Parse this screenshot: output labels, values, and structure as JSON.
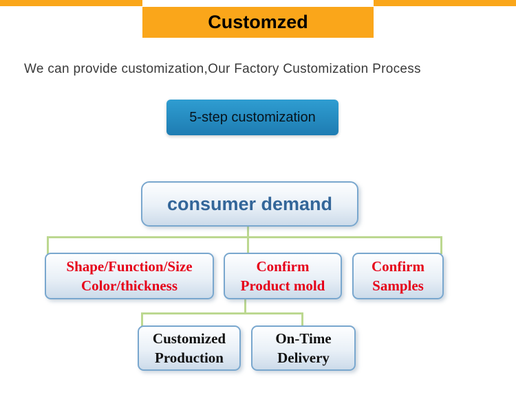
{
  "colors": {
    "banner_orange": "#FAA61A",
    "connector_green": "#BCD890",
    "box_border_blue": "#79A7CE",
    "red_text": "#E60019",
    "blue_text": "#336699",
    "button_blue_top": "#2F9DD1",
    "button_blue_bottom": "#1E7CB2"
  },
  "banner": {
    "title": "Customzed"
  },
  "intro": {
    "text": "We can provide customization,Our Factory Customization Process"
  },
  "step_button": {
    "label": "5-step customization"
  },
  "flowchart": {
    "root": {
      "label": "consumer demand"
    },
    "level2": [
      {
        "line1": "Shape/Function/Size",
        "line2": "Color/thickness"
      },
      {
        "line1": "Confirm",
        "line2": "Product mold"
      },
      {
        "line1": "Confirm",
        "line2": "Samples"
      }
    ],
    "level3": [
      {
        "line1": "Customized",
        "line2": "Production"
      },
      {
        "line1": "On-Time",
        "line2": "Delivery"
      }
    ]
  }
}
